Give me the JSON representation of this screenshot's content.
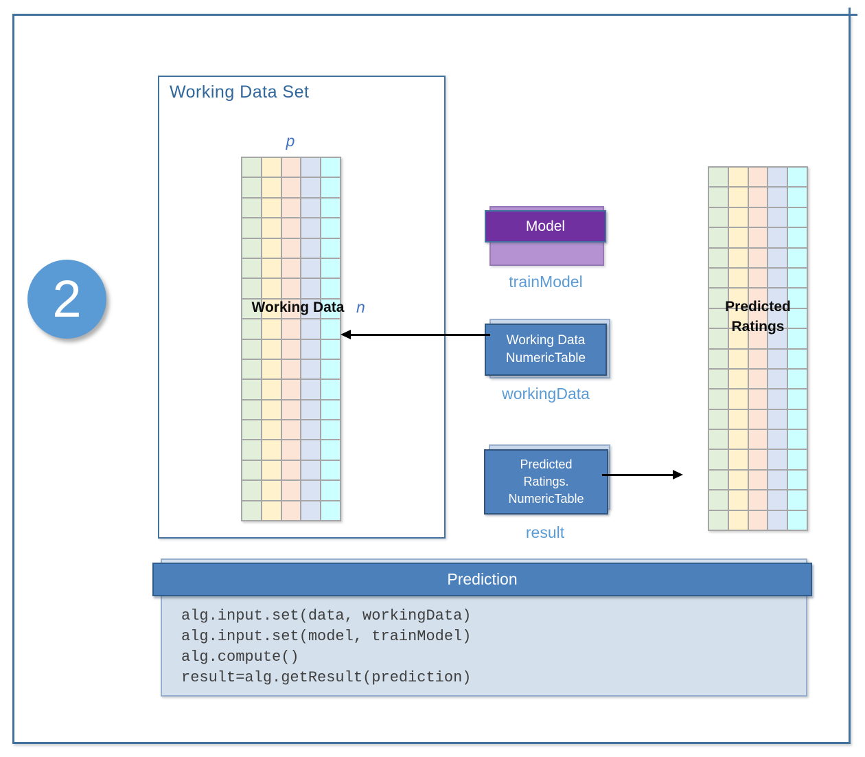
{
  "step_badge": {
    "number": "2"
  },
  "working_data_set": {
    "title": "Working Data Set",
    "cols_dim_label": "p",
    "rows_dim_label": "n",
    "matrix_label": "Working Data"
  },
  "matrix": {
    "rows": 18,
    "cols": 5,
    "column_colors": [
      "#E2EFDA",
      "#FFF2CC",
      "#FCE4D6",
      "#DAE3F3",
      "#CCFFFF"
    ],
    "gridline_color": "#A6A6A6"
  },
  "model_node": {
    "title": "Model",
    "caption": "trainModel"
  },
  "working_data_node": {
    "lines": [
      "Working Data",
      "NumericTable"
    ],
    "caption": "workingData"
  },
  "result_node": {
    "lines": [
      "Predicted",
      "Ratings.",
      "NumericTable"
    ],
    "caption": "result"
  },
  "predicted_matrix_label": {
    "lines": [
      "Predicted",
      "Ratings"
    ]
  },
  "prediction_panel": {
    "title": "Prediction",
    "code_lines": [
      "alg.input.set(data, workingData)",
      "alg.input.set(model, trainModel)",
      "alg.compute()",
      "result=alg.getResult(prediction)"
    ]
  },
  "colors": {
    "accent_blue": "#4F81BD",
    "frame_blue": "#41719C",
    "badge_blue": "#5B9BD5",
    "model_purple": "#7030A0",
    "caption_blue": "#5B9BD5",
    "dim_label_blue": "#4472C4"
  }
}
